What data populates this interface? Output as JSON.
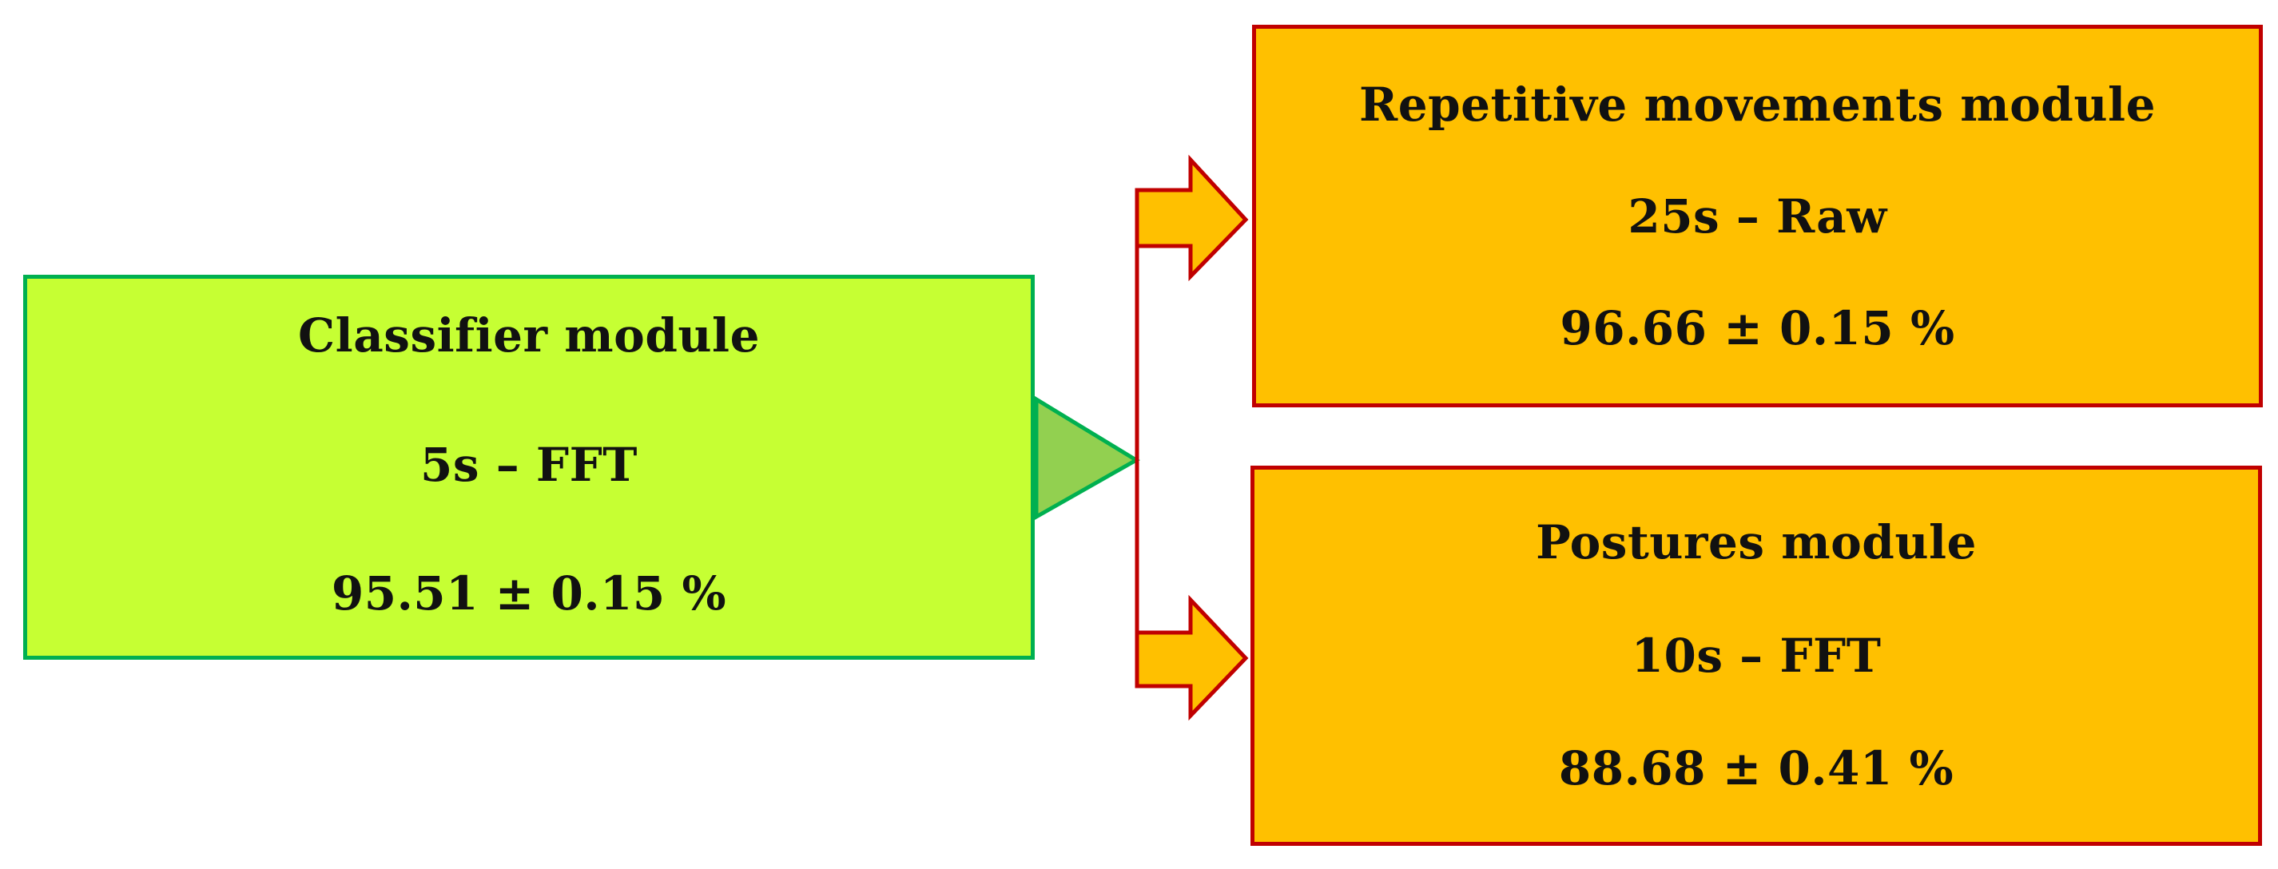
{
  "classifier": {
    "title": "Classifier module",
    "config": "5s – FFT",
    "accuracy": "95.51 ± 0.15 %"
  },
  "modules": [
    {
      "title": "Repetitive movements module",
      "config": "25s – Raw",
      "accuracy": "96.66 ± 0.15 %"
    },
    {
      "title": "Postures module",
      "config": "10s – FFT",
      "accuracy": "88.68 ± 0.41 %"
    }
  ],
  "colors": {
    "classifier_fill": "#c6ff33",
    "classifier_border": "#00b050",
    "pointer_fill": "#92d050",
    "module_fill": "#ffc000",
    "module_border": "#c00000"
  },
  "icons": {
    "classifier_pointer": "triangle-right-icon",
    "branch_arrows": "block-arrow-right-icon"
  }
}
